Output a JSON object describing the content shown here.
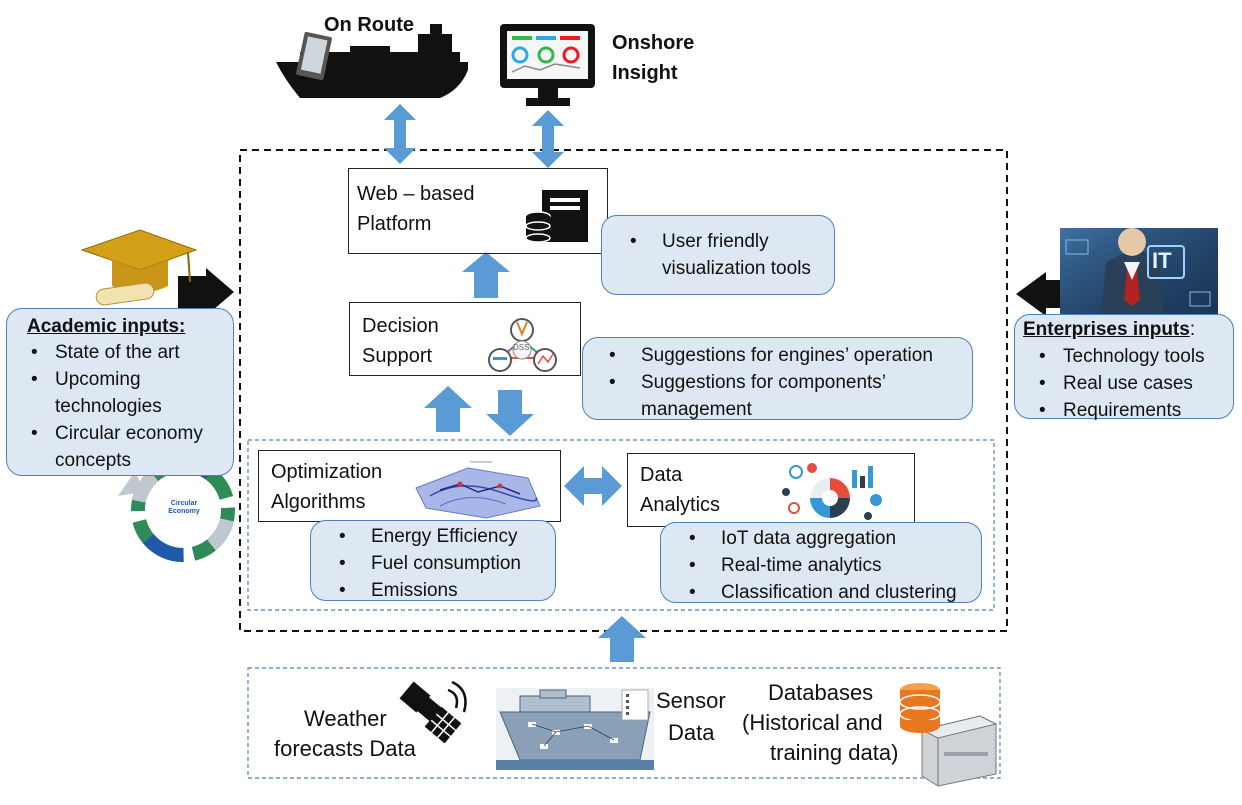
{
  "top": {
    "on_route": "On Route",
    "onshore_line1": "Onshore",
    "onshore_line2": "Insight"
  },
  "web_platform": {
    "line1": "Web – based",
    "line2": "Platform"
  },
  "web_bubble": {
    "items": [
      "User friendly visualization tools"
    ]
  },
  "decision": {
    "line1": "Decision",
    "line2": "Support",
    "icon_text": "DSS"
  },
  "decision_bubble": {
    "items": [
      "Suggestions for engines’ operation",
      "Suggestions for components’ management"
    ]
  },
  "optimization": {
    "line1": "Optimization",
    "line2": "Algorithms"
  },
  "optimization_bubble": {
    "items": [
      "Energy Efficiency",
      "Fuel consumption",
      "Emissions"
    ]
  },
  "analytics": {
    "line1": "Data",
    "line2": "Analytics"
  },
  "analytics_bubble": {
    "items": [
      "IoT data aggregation",
      "Real-time analytics",
      "Classification and clustering"
    ]
  },
  "academic": {
    "heading": "Academic inputs:",
    "items": [
      "State of the art",
      "Upcoming technologies",
      "Circular economy concepts"
    ],
    "circular_label": "Circular Economy"
  },
  "enterprise": {
    "heading": "Enterprises inputs",
    "heading_suffix": ":",
    "items": [
      "Technology tools",
      "Real use cases",
      "Requirements"
    ],
    "badge": "IT"
  },
  "sources": {
    "weather_line1": "Weather",
    "weather_line2": "forecasts Data",
    "sensor_line1": "Sensor",
    "sensor_line2": "Data",
    "db_line1": "Databases",
    "db_line2": "(Historical and",
    "db_line3": "training data)"
  },
  "colors": {
    "arrow": "#5b9bd5",
    "bubble_fill": "#dde8f3",
    "bubble_border": "#4f81bd",
    "db_orange": "#e87722"
  }
}
